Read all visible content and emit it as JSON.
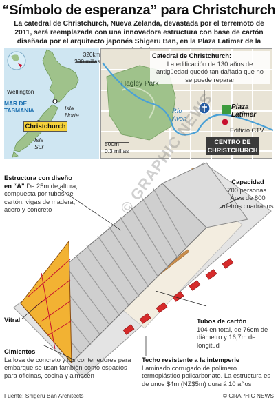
{
  "title": "“Símbolo de esperanza” para Christchurch",
  "intro": "La catedral de Christchurch, Nueva Zelanda, devastada por el terremoto de 2011, será reemplazada con una innovadora estructura con base de cartón diseñada por el arquitecto japonés Shigeru Ban, en la Plaza Latimer de la ciudad",
  "nz_map": {
    "scale_km": "320km",
    "scale_mi": "200 millas",
    "wellington": "Wellington",
    "mar_de_tasmania": "MAR DE TASMANIA",
    "isla_norte": "Isla Norte",
    "isla_sur": "Isla Sur",
    "christchurch": "Christchurch"
  },
  "city_map": {
    "cathedral_heading": "Catedral de Christchurch:",
    "cathedral_text": "La edificación de 130 años de antigüedad quedó tan dañada que no se puede reparar",
    "hagley_park": "Hagley Park",
    "rio_avon": "Río Avon",
    "plaza_latimer": "Plaza Latimer",
    "edificio_ctv": "Edificio CTV",
    "scale_m": "500m",
    "scale_mi": "0.3 millas",
    "centro": "CENTRO DE CHRISTCHURCH"
  },
  "callouts": {
    "estructura_heading": "Estructura con diseño en “A”",
    "estructura_text": "De 25m de altura, compuesta por tubos de cartón, vigas de madera, acero y concreto",
    "capacidad_heading": "Capacidad",
    "capacidad_text": "700 personas. Área de 800 metros cuadrados",
    "vitral": "Vitral",
    "tubos_heading": "Tubos de cartón",
    "tubos_text": "104 en total, de 76cm de diámetro y 16,7m de longitud",
    "cimientos_heading": "Cimientos",
    "cimientos_text": "La losa de concreto y los contenedores para embarque se usan también como espacios para oficinas, cocina y almacén",
    "techo_heading": "Techo resistente a la intemperie",
    "techo_text": "Laminado corrugado de polímero termoplástico policarbonato. La estructura es de unos $4m (NZ$5m) durará 10 años"
  },
  "watermark": "© GRAPHIC NEWS",
  "footer": {
    "source": "Fuente: Shigeru Ban Architects",
    "credit": "© GRAPHIC NEWS"
  },
  "colors": {
    "red_accent": "#c8102e",
    "blue_accent": "#1a6fb0",
    "map_green": "#9fc28b",
    "sea_blue": "#cfe6f2",
    "container_red": "#d62b2b",
    "roof_grey": "#c9c9c9"
  }
}
